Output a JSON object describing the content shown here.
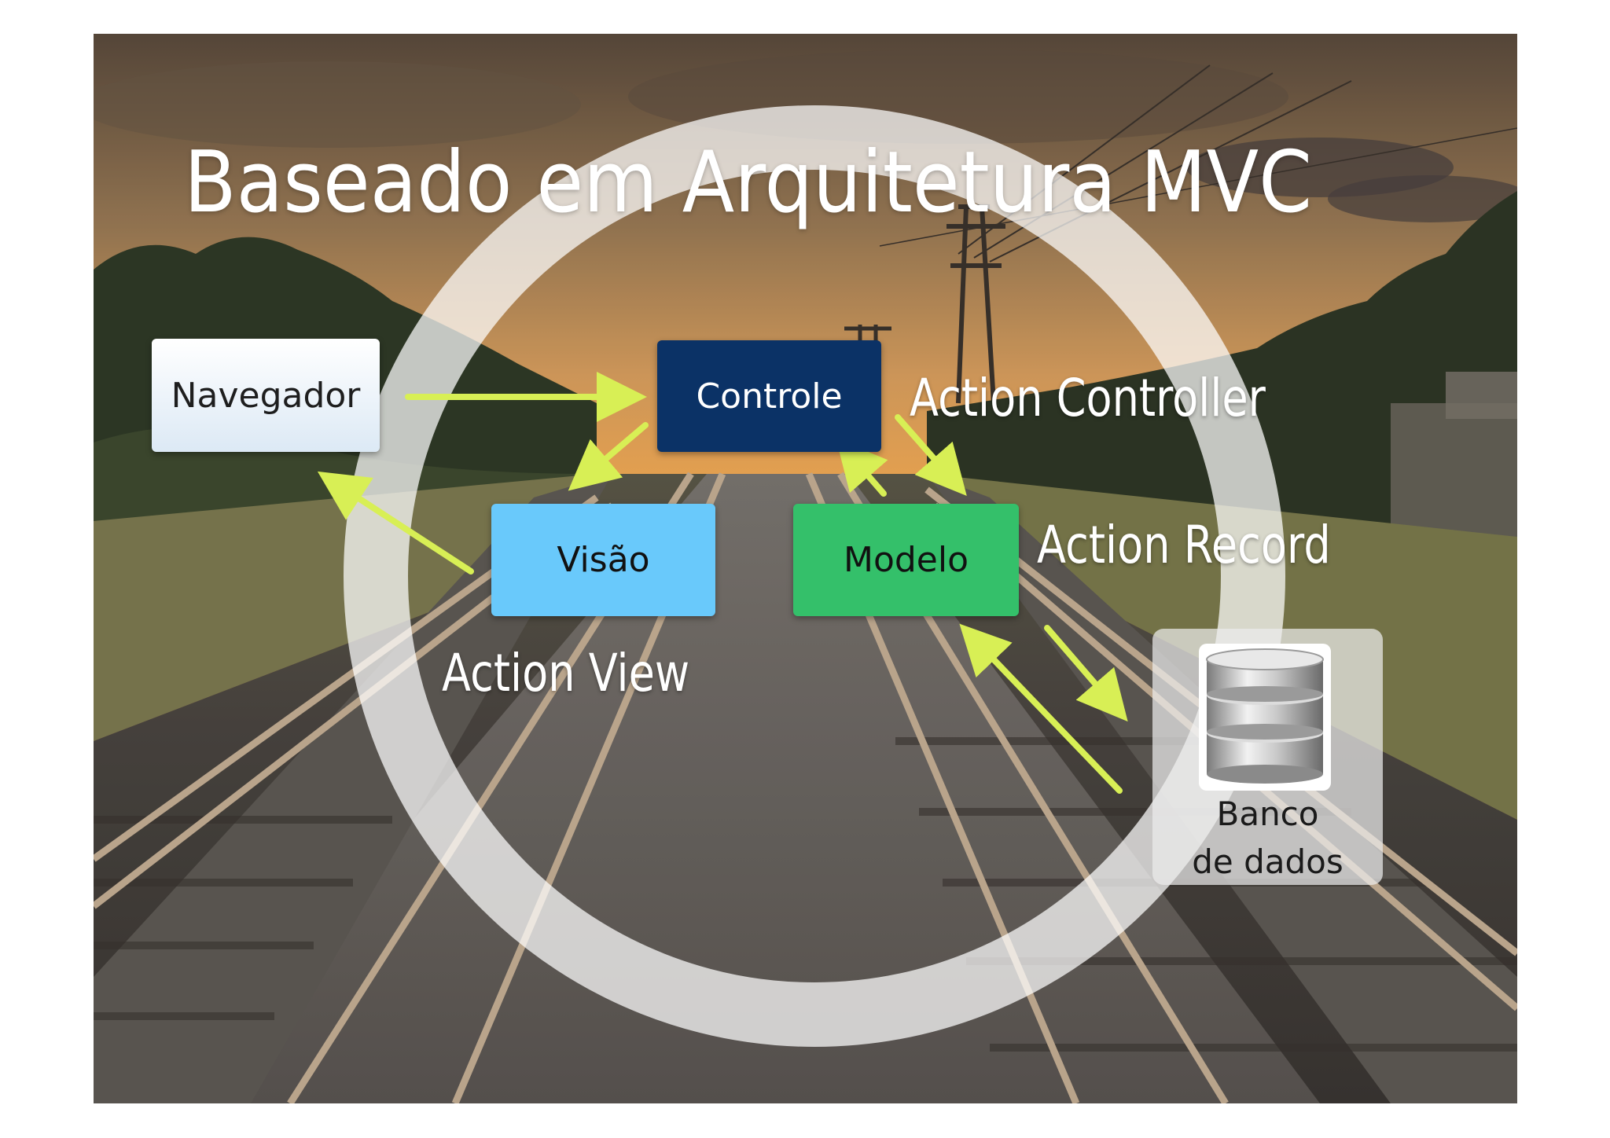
{
  "title": "Baseado em Arquitetura MVC",
  "boxes": {
    "navegador": "Navegador",
    "controle": "Controle",
    "visao": "Visão",
    "modelo": "Modelo"
  },
  "labels": {
    "action_controller": "Action Controller",
    "action_record": "Action Record",
    "action_view": "Action View"
  },
  "database": {
    "line1": "Banco",
    "line2": "de dados"
  },
  "colors": {
    "controle": "#0b3266",
    "visao": "#69c9fb",
    "modelo": "#34c06a",
    "arrow": "#d8ef55"
  }
}
